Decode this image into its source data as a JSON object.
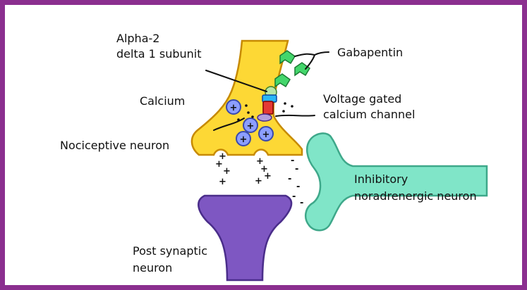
{
  "colors": {
    "border": "#8b2f8f",
    "nociceptive_neuron": "#fdd835",
    "post_synaptic_neuron": "#7e57c2",
    "inhibitory_neuron": "#80e5c8",
    "gabapentin": "#43d66b",
    "calcium_ion": "#8c9eff",
    "channel_red": "#e53935",
    "channel_blue": "#29b6f6",
    "channel_purple": "#b39ddb"
  },
  "labels": {
    "alpha2_line1": "Alpha-2",
    "alpha2_line2": "delta 1 subunit",
    "gabapentin": "Gabapentin",
    "calcium": "Calcium",
    "vgcc_line1": "Voltage gated",
    "vgcc_line2": "calcium channel",
    "nociceptive": "Nociceptive neuron",
    "inhibitory_line1": "Inhibitory",
    "inhibitory_line2": "noradrenergic neuron",
    "post_line1": "Post synaptic",
    "post_line2": "neuron"
  },
  "charges": {
    "positive": "+",
    "negative": "-"
  }
}
